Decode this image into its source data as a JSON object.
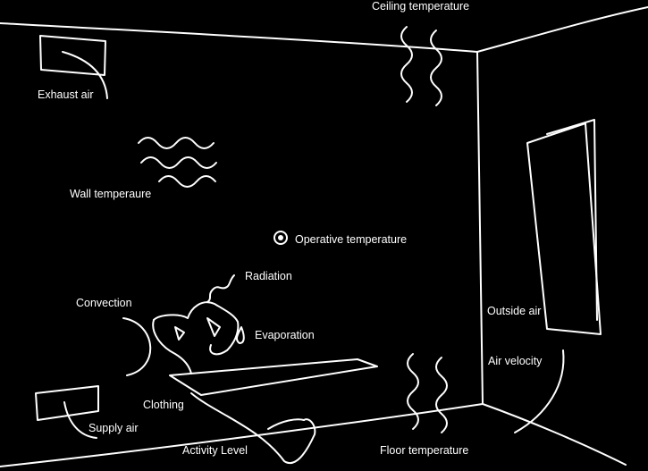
{
  "labels": {
    "ceiling_temperature": "Ceiling temperature",
    "exhaust_air": "Exhaust air",
    "wall_temperature": "Wall temperaure",
    "operative_temperature": "Operative temperature",
    "radiation": "Radiation",
    "convection": "Convection",
    "evaporation": "Evaporation",
    "outside_air": "Outside air",
    "air_velocity": "Air velocity",
    "clothing": "Clothing",
    "supply_air": "Supply air",
    "activity_level": "Activity Level",
    "floor_temperature": "Floor temperature"
  },
  "colors": {
    "background": "#000000",
    "line": "#ffffff"
  }
}
